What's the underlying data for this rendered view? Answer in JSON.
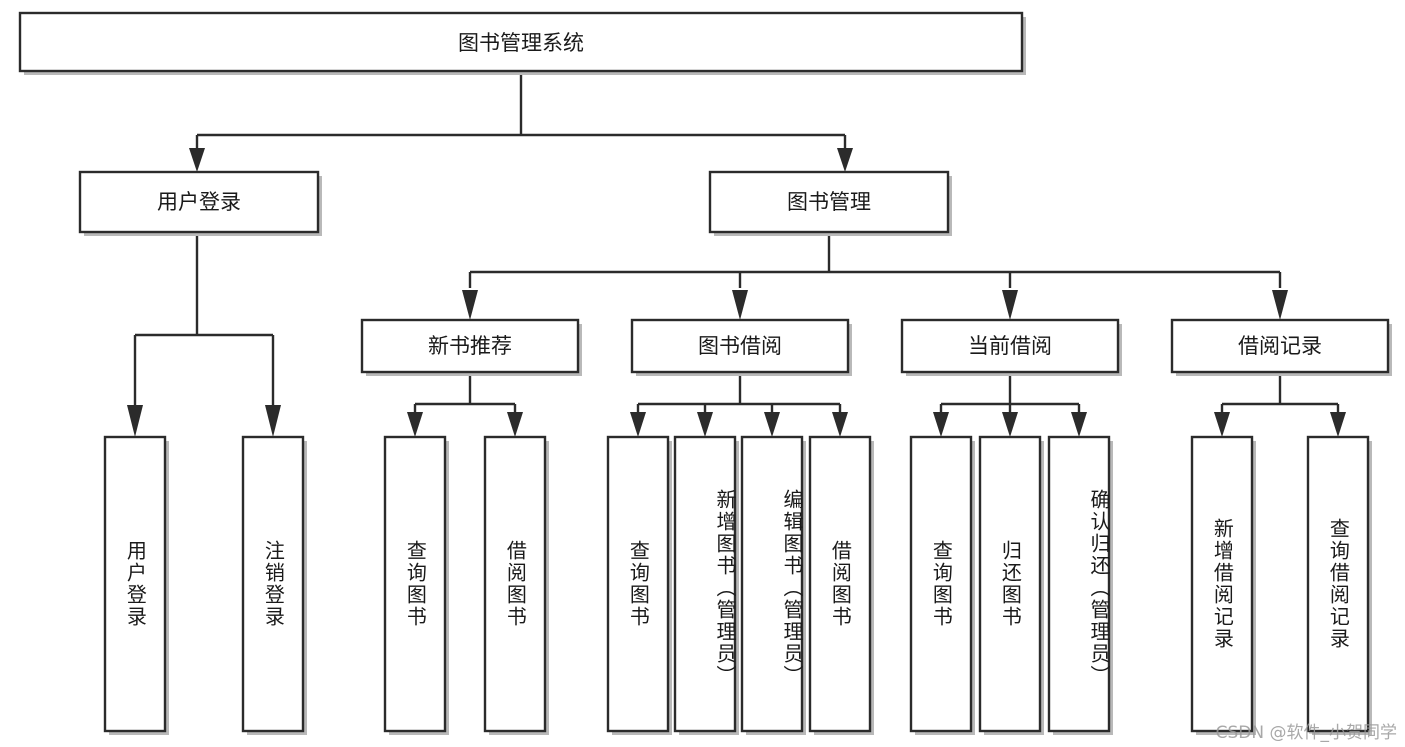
{
  "diagram": {
    "type": "tree-hierarchy",
    "orientation": "top-down",
    "title": "图书管理系统",
    "root": {
      "id": "root",
      "label": "图书管理系统",
      "level": 0
    },
    "level1": [
      {
        "id": "user-login",
        "label": "用户登录",
        "level": 1
      },
      {
        "id": "book-management",
        "label": "图书管理",
        "level": 1
      }
    ],
    "level2": [
      {
        "id": "new-book-recommend",
        "label": "新书推荐",
        "level": 2,
        "parent": "book-management"
      },
      {
        "id": "book-borrow",
        "label": "图书借阅",
        "level": 2,
        "parent": "book-management"
      },
      {
        "id": "current-borrow",
        "label": "当前借阅",
        "level": 2,
        "parent": "book-management"
      },
      {
        "id": "borrow-record",
        "label": "借阅记录",
        "level": 2,
        "parent": "book-management"
      }
    ],
    "leaves": [
      {
        "id": "leaf-user-login",
        "label": "用户登录",
        "parent": "user-login"
      },
      {
        "id": "leaf-logout-login",
        "label": "注销登录",
        "parent": "user-login"
      },
      {
        "id": "leaf-query-book-1",
        "label": "查询图书",
        "parent": "new-book-recommend"
      },
      {
        "id": "leaf-borrow-book-1",
        "label": "借阅图书",
        "parent": "new-book-recommend"
      },
      {
        "id": "leaf-query-book-2",
        "label": "查询图书",
        "parent": "book-borrow"
      },
      {
        "id": "leaf-add-book",
        "label": "新增图书（管理员）",
        "parent": "book-borrow"
      },
      {
        "id": "leaf-edit-book",
        "label": "编辑图书（管理员）",
        "parent": "book-borrow"
      },
      {
        "id": "leaf-borrow-book-2",
        "label": "借阅图书",
        "parent": "book-borrow"
      },
      {
        "id": "leaf-query-book-3",
        "label": "查询图书",
        "parent": "current-borrow"
      },
      {
        "id": "leaf-return-book",
        "label": "归还图书",
        "parent": "current-borrow"
      },
      {
        "id": "leaf-confirm-return",
        "label": "确认归还（管理员）",
        "parent": "current-borrow"
      },
      {
        "id": "leaf-add-record",
        "label": "新增借阅记录",
        "parent": "borrow-record"
      },
      {
        "id": "leaf-query-record",
        "label": "查询借阅记录",
        "parent": "borrow-record"
      }
    ],
    "colors": {
      "background": "#ffffff",
      "node_fill": "#ffffff",
      "node_stroke": "#2b2b2b",
      "text": "#1a1a1a",
      "shadow": "#b9b9b9",
      "watermark": "#9a9a9a"
    }
  },
  "watermark": {
    "text": "CSDN @软件_小贺同学"
  }
}
